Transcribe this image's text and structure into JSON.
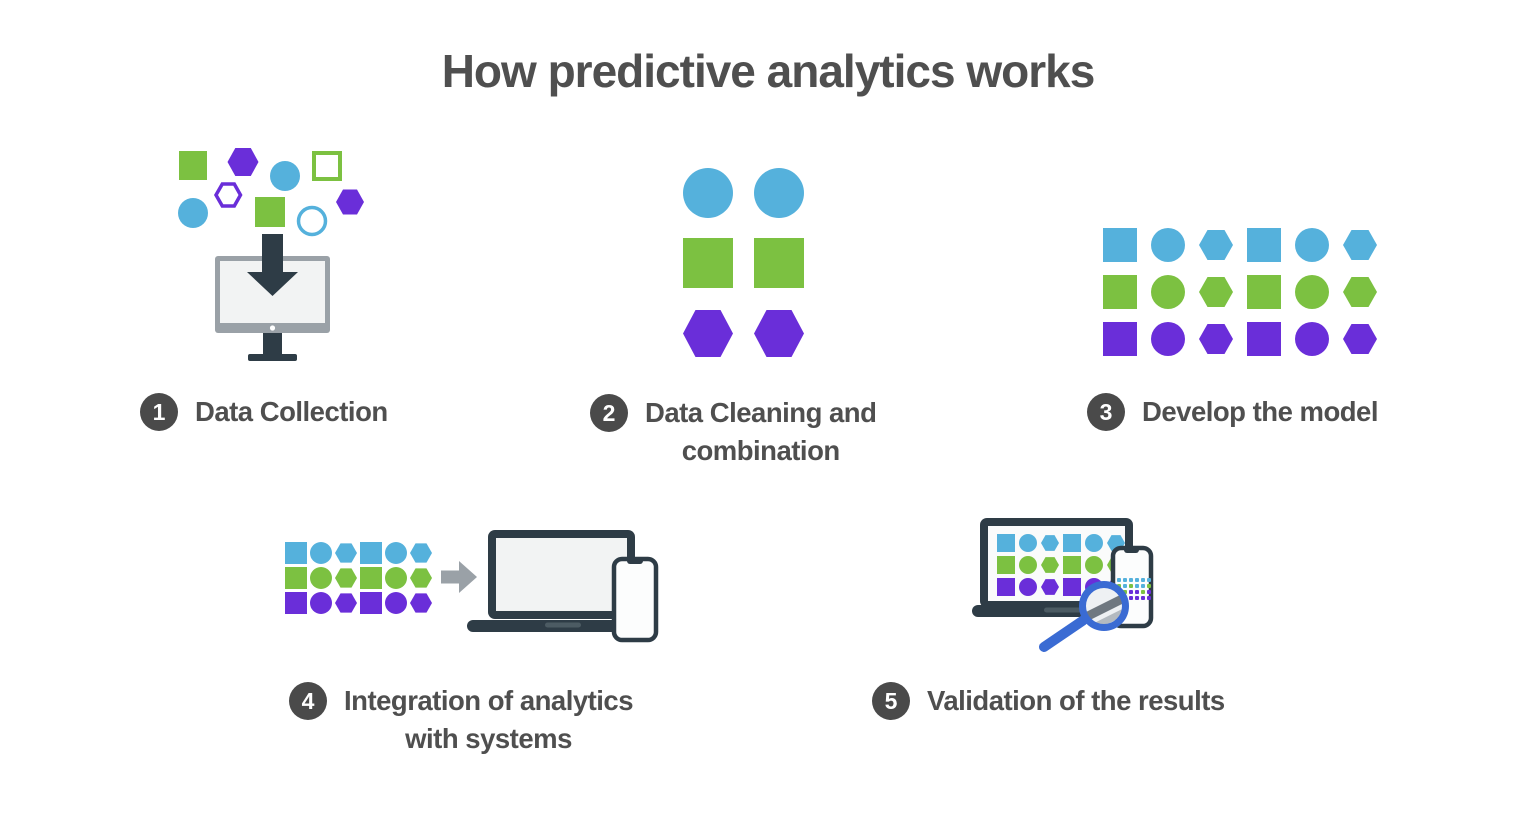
{
  "title": "How predictive analytics works",
  "steps": [
    {
      "number": "1",
      "label": "Data Collection",
      "icon": "shapes-into-monitor"
    },
    {
      "number": "2",
      "label": "Data Cleaning and\ncombination",
      "icon": "sorted-shape-columns"
    },
    {
      "number": "3",
      "label": "Develop the model",
      "icon": "shape-grid"
    },
    {
      "number": "4",
      "label": "Integration of analytics\nwith systems",
      "icon": "grid-arrow-laptop-phone"
    },
    {
      "number": "5",
      "label": "Validation of the results",
      "icon": "laptop-phone-magnifier"
    }
  ],
  "colors": {
    "blue": "#55b1dc",
    "green": "#7cc141",
    "purple": "#6a2ed9",
    "dark": "#2e3c46",
    "gray": "#9aa1a7",
    "screen": "#f2f3f3",
    "slot": "#4c5b63",
    "text": "#4f4f4f",
    "badge": "#4a4a4a",
    "magnifier": "#3a6bd3",
    "background": "#ffffff"
  },
  "grids": [
    {
      "target": "grid-model",
      "rows": [
        "blue",
        "green",
        "purple"
      ],
      "pattern": [
        "square",
        "circle",
        "hexagon",
        "square",
        "circle",
        "hexagon"
      ],
      "cell": 34,
      "gapx": 14,
      "gapy": 13
    },
    {
      "target": "grid-integration",
      "rows": [
        "blue",
        "green",
        "purple"
      ],
      "pattern": [
        "square",
        "circle",
        "hexagon",
        "square",
        "circle",
        "hexagon"
      ],
      "cell": 22,
      "gapx": 3,
      "gapy": 3
    },
    {
      "target": "grid-validation-screen",
      "rows": [
        "blue",
        "green",
        "purple"
      ],
      "pattern": [
        "square",
        "circle",
        "hexagon",
        "square",
        "circle",
        "hexagon"
      ],
      "cell": 18,
      "gapx": 4,
      "gapy": 4
    },
    {
      "target": "grid-validation-phone",
      "rows": [
        [
          "blue",
          "blue",
          "blue",
          "blue",
          "blue",
          "blue"
        ],
        [
          "green",
          "blue",
          "green",
          "blue",
          "blue",
          "green"
        ],
        [
          "purple",
          "green",
          "purple",
          "purple",
          "green",
          "purple"
        ],
        [
          "purple",
          "purple",
          "purple",
          "purple",
          "purple",
          "purple"
        ]
      ],
      "pattern": [
        "dot",
        "dot",
        "dot",
        "dot",
        "dot",
        "dot"
      ],
      "cell": 4,
      "gapx": 2,
      "gapy": 2
    }
  ]
}
